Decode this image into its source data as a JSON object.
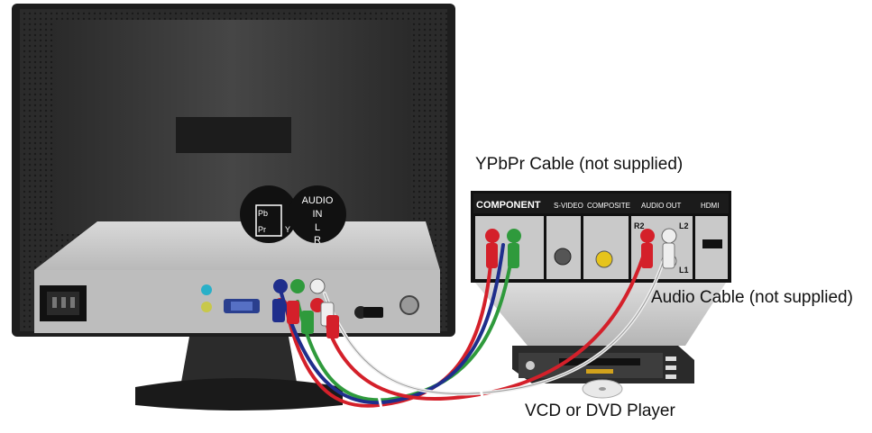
{
  "captions": {
    "ypbpr_cable": "YPbPr Cable (not supplied)",
    "audio_cable": "Audio Cable (not supplied)",
    "player": "VCD or DVD Player"
  },
  "monitor_labels": {
    "pb": "Pb",
    "pr": "Pr",
    "y": "Y",
    "audio": "AUDIO",
    "in": "IN",
    "l": "L",
    "r": "R"
  },
  "source_panel": {
    "component": "COMPONENT",
    "svideo": "S-VIDEO",
    "composite": "COMPOSITE",
    "audio_out": "AUDIO OUT",
    "hdmi": "HDMI",
    "r2": "R2",
    "l2": "L2",
    "l1": "L1"
  },
  "colors": {
    "monitor_body": "#3a3a3a",
    "panel_silver": "#b9b9b9",
    "cable_red": "#d4202a",
    "cable_green": "#2f9a3c",
    "cable_blue": "#1f2e8c",
    "cable_white": "#eeeeee",
    "accent_cyan": "#29b0c8",
    "accent_yellow": "#e6c41c"
  }
}
